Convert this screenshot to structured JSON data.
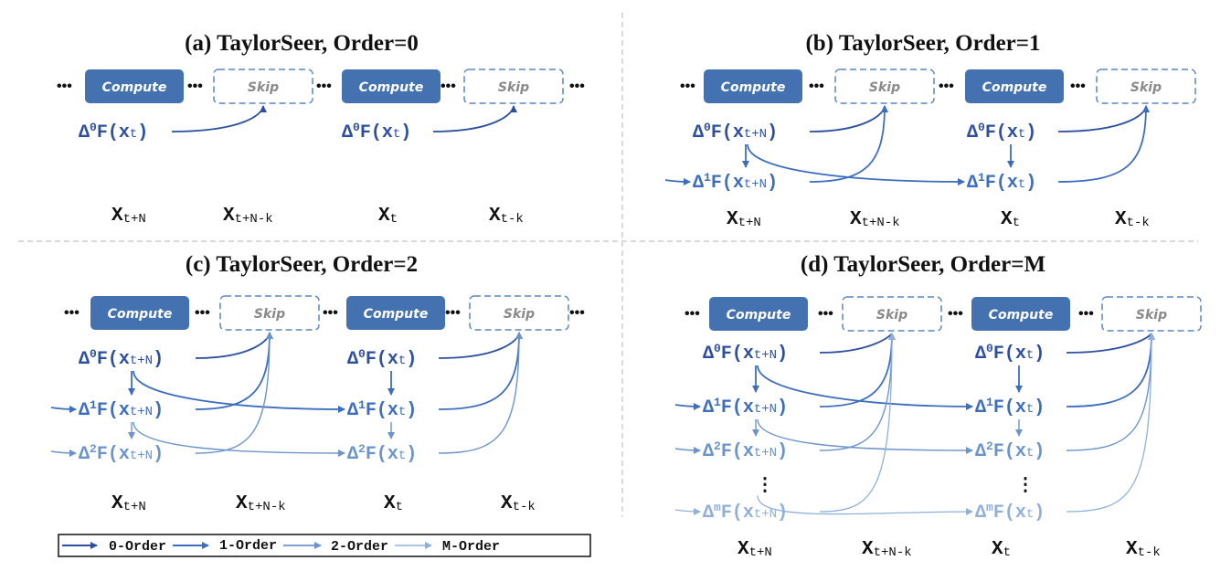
{
  "colors": {
    "compute_fill": "#4472b0",
    "compute_text": "#ffffff",
    "skip_border": "#5b86c0",
    "skip_text": "#8a8a8a",
    "divider": "#d9d9d9",
    "order0": "#2e4fa0",
    "order1": "#3d6dbf",
    "order2": "#6b93cc",
    "orderM": "#90b0da"
  },
  "blocks": {
    "compute_label": "Compute",
    "skip_label": "Skip",
    "ellipsis": "•••"
  },
  "timesteps": [
    {
      "main": "X",
      "sub": "t+N"
    },
    {
      "main": "X",
      "sub": "t+N-k"
    },
    {
      "main": "X",
      "sub": "t"
    },
    {
      "main": "X",
      "sub": "t-k"
    }
  ],
  "panels": [
    {
      "id": "a",
      "title": "(a) TaylorSeer, Order=0",
      "orders": [
        "0"
      ]
    },
    {
      "id": "b",
      "title": "(b) TaylorSeer, Order=1",
      "orders": [
        "0",
        "1"
      ]
    },
    {
      "id": "c",
      "title": "(c) TaylorSeer, Order=2",
      "orders": [
        "0",
        "1",
        "2"
      ]
    },
    {
      "id": "d",
      "title": "(d) TaylorSeer, Order=M",
      "orders": [
        "0",
        "1",
        "2",
        "m"
      ]
    }
  ],
  "term": {
    "delta": "Δ",
    "func": "F",
    "var": "x",
    "sub_left": "t+N",
    "sub_right": "t",
    "vdots": "⋮"
  },
  "legend": [
    {
      "label": "0-Order",
      "color_key": "order0"
    },
    {
      "label": "1-Order",
      "color_key": "order1"
    },
    {
      "label": "2-Order",
      "color_key": "order2"
    },
    {
      "label": "M-Order",
      "color_key": "orderM"
    }
  ]
}
